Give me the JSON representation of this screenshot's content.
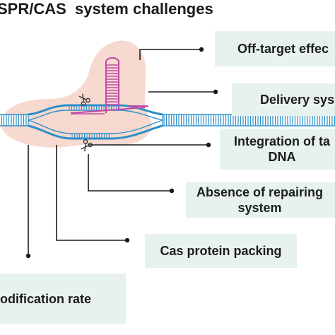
{
  "title": "SPR/CAS  system challenges",
  "labels": {
    "off_target": "Off-target effec",
    "delivery": "Delivery sys",
    "integration": "Integration of ta\nDNA",
    "repairing": "Absence of repairing\nsystem",
    "packing": "Cas protein packing",
    "modification": "odification rate"
  },
  "colors": {
    "cas_protein_blob": "#f7d9cf",
    "dna_strand": "#2b8fc9",
    "guide_rna": "#c04aa6",
    "box_fill": "#e7f2ef",
    "connector": "#1a1a1a"
  },
  "icons": [
    "scissors-icon",
    "scissors-icon"
  ]
}
